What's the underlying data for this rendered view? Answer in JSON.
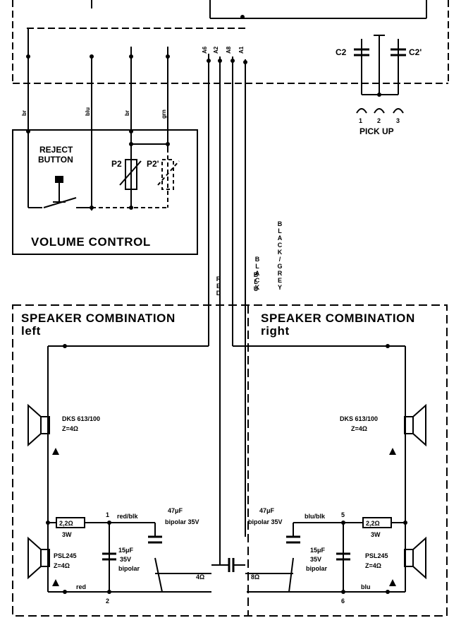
{
  "volume_control": {
    "title": "VOLUME CONTROL",
    "reject_line1": "REJECT",
    "reject_line2": "BUTTON",
    "p2": "P2",
    "p2_prime": "P2'"
  },
  "pickup": {
    "label": "PICK UP",
    "c2": "C2",
    "c2_prime": "C2'",
    "pins": [
      "1",
      "2",
      "3"
    ]
  },
  "wire_tags": [
    "br",
    "blu",
    "br",
    "grn"
  ],
  "connector_tags": [
    "A6",
    "A2",
    "A8",
    "A1"
  ],
  "cables": {
    "red": "RED",
    "black_grey": "BLACK/GREY",
    "black": "BLACK",
    "blu": "BLU"
  },
  "left": {
    "title_line1": "SPEAKER COMBINATION",
    "title_line2": "left",
    "tweeter_model": "DKS 613/100",
    "tweeter_z": "Z=4Ω",
    "woofer_model": "PSL245",
    "woofer_z": "Z=4Ω",
    "resistor": "2,2Ω",
    "resistor_w": "3W",
    "cap1": "47μF",
    "cap1_sub": "bipolar 35V",
    "cap2": "15μF",
    "cap2_v": "35V",
    "cap2_sub": "bipolar",
    "node1": "1",
    "node2": "2",
    "wire_redblk": "red/blk",
    "wire_red": "red",
    "ohm": "4Ω"
  },
  "right": {
    "title_line1": "SPEAKER COMBINATION",
    "title_line2": "right",
    "tweeter_model": "DKS 613/100",
    "tweeter_z": "Z=4Ω",
    "woofer_model": "PSL245",
    "woofer_z": "Z=4Ω",
    "resistor": "2,2Ω",
    "resistor_w": "3W",
    "cap1": "47μF",
    "cap1_sub": "bipolar 35V",
    "cap2": "15μF",
    "cap2_v": "35V",
    "cap2_sub": "bipolar",
    "node5": "5",
    "node6": "6",
    "wire_blublk": "blu/blk",
    "wire_blu": "blu",
    "ohm": "8Ω"
  }
}
